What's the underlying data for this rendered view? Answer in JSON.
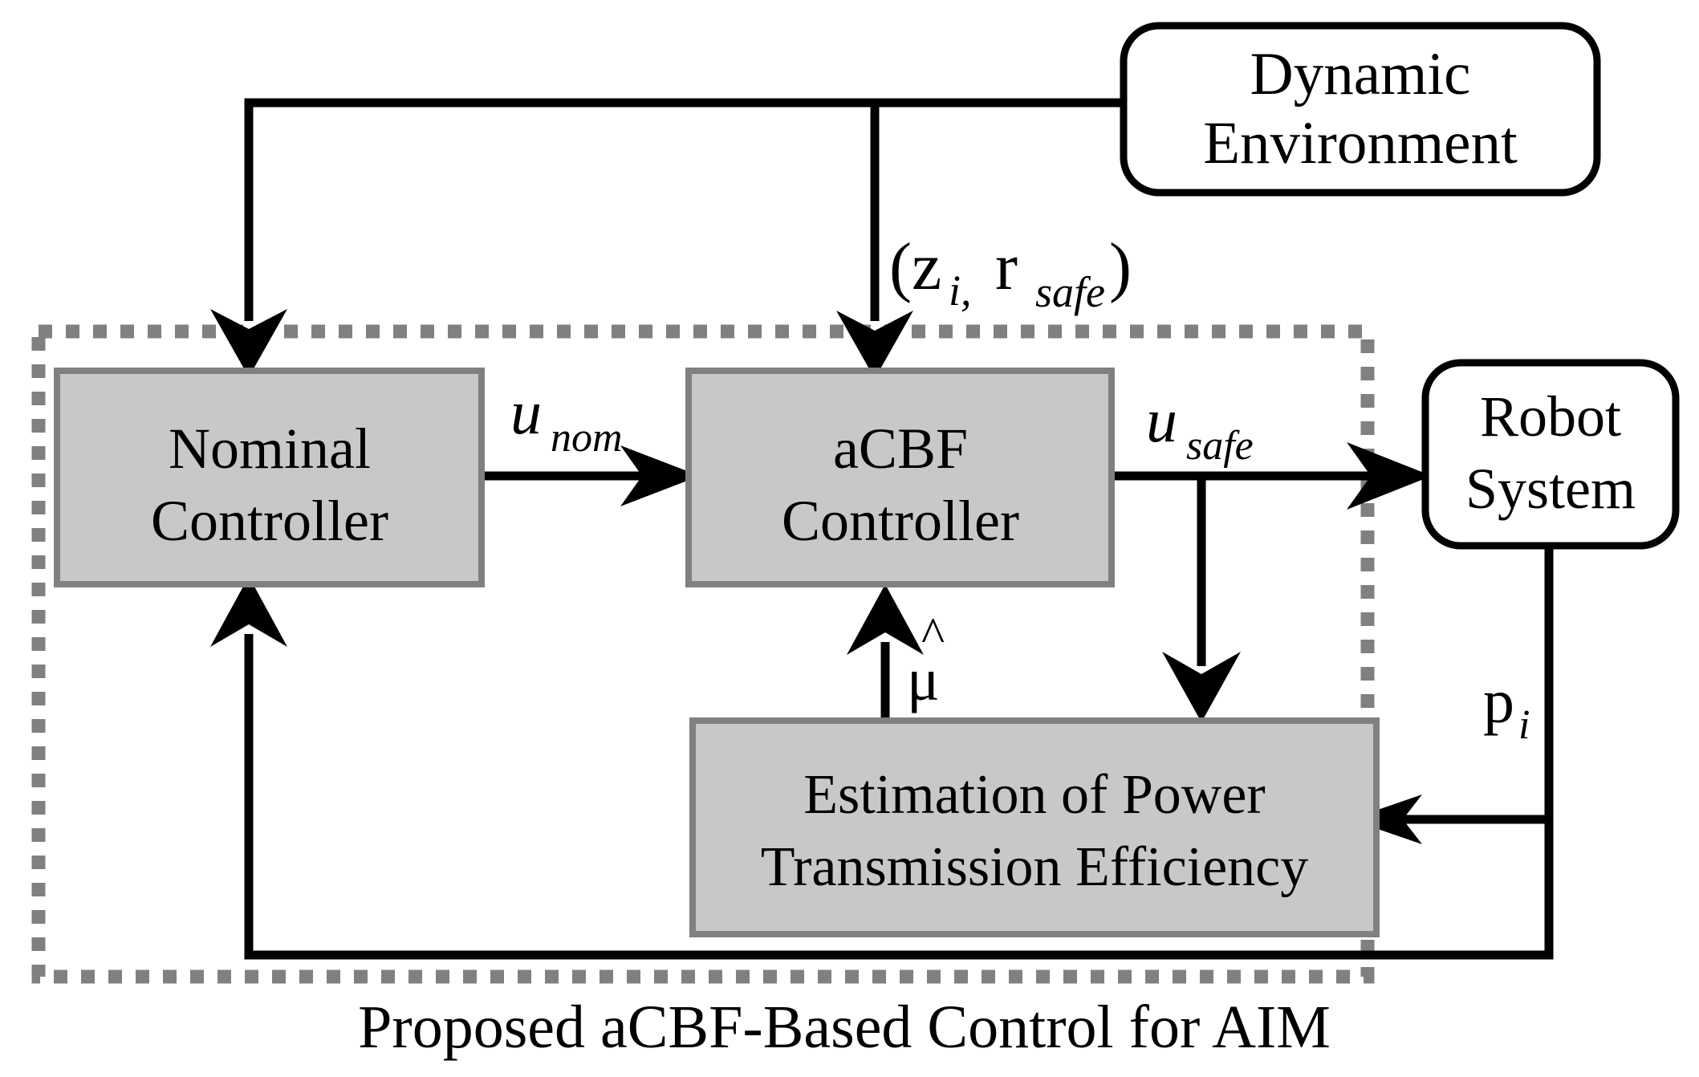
{
  "diagram": {
    "caption": "Proposed aCBF-Based Control for AIM",
    "colors": {
      "block_fill": "#c8c8c8",
      "block_border": "#808080",
      "frame_dotted": "#808080",
      "wire": "#000000",
      "rounded_fill": "#ffffff",
      "text": "#000000"
    },
    "blocks": [
      {
        "id": "dynamic-environment",
        "shape": "rounded-rect",
        "line1": "Dynamic",
        "line2": "Environment"
      },
      {
        "id": "robot-system",
        "shape": "rounded-rect",
        "line1": "Robot",
        "line2": "System"
      },
      {
        "id": "nominal-controller",
        "shape": "rect",
        "line1": "Nominal",
        "line2": "Controller"
      },
      {
        "id": "acbf-controller",
        "shape": "rect",
        "line1": "aCBF",
        "line2": "Controller"
      },
      {
        "id": "estimation-block",
        "shape": "rect",
        "line1": "Estimation of Power",
        "line2": "Transmission Efficiency"
      }
    ],
    "signals": [
      {
        "id": "env-to-controllers",
        "base": "(z",
        "sub1": "i,",
        "mid": " r",
        "sub2": "safe",
        "close": ")"
      },
      {
        "id": "u-nom",
        "base": "u",
        "sub": "nom"
      },
      {
        "id": "u-safe",
        "base": "u",
        "sub": "safe"
      },
      {
        "id": "mu-hat",
        "base": "μ",
        "accent": "^"
      },
      {
        "id": "p-i",
        "base": "p",
        "sub": "i"
      }
    ]
  }
}
